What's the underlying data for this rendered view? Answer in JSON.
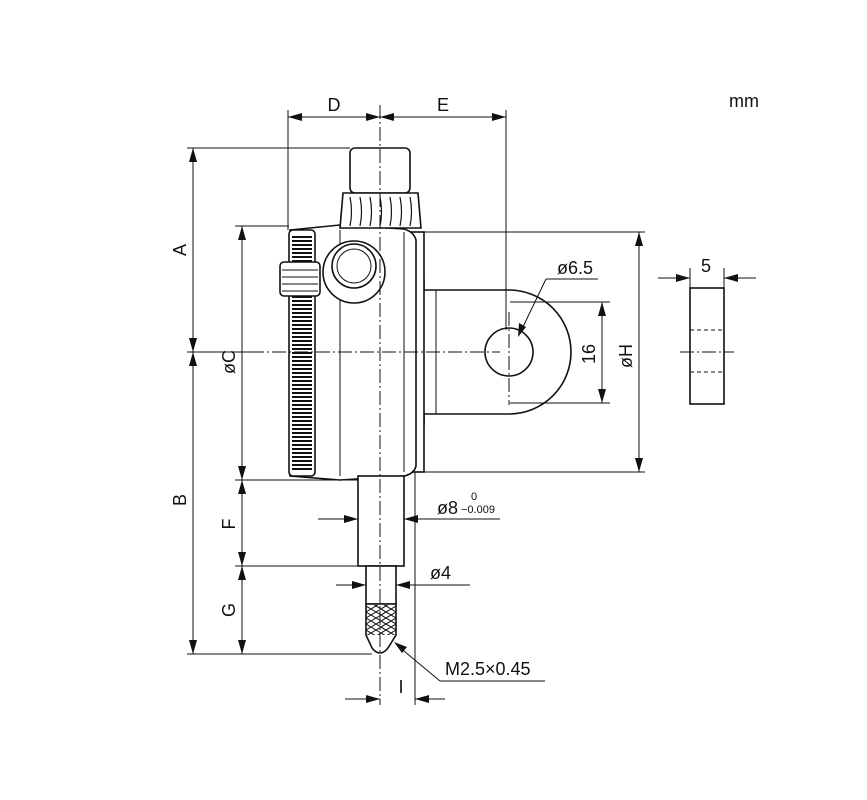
{
  "units": "mm",
  "labels": {
    "D": "D",
    "E": "E",
    "A": "A",
    "B": "B",
    "C": "øC",
    "F": "F",
    "G": "G",
    "H": "øH",
    "I": "I",
    "lug_hole": "ø6.5",
    "lug_height": "16",
    "lug_thickness": "5",
    "stem_dia": "ø8",
    "stem_tol_upper": "0",
    "stem_tol_lower": "−0.009",
    "spindle_dia": "ø4",
    "thread": "M2.5×0.45"
  },
  "colors": {
    "line": "#111111",
    "background": "#ffffff"
  }
}
